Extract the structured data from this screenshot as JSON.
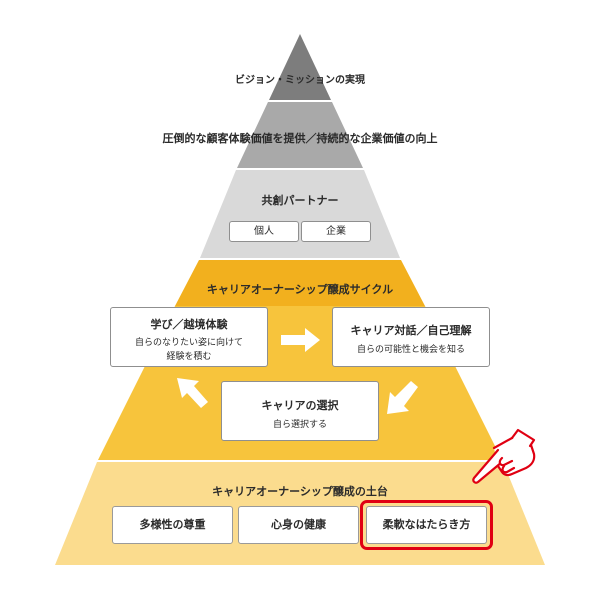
{
  "colors": {
    "tier1": "#7d7d7d",
    "tier2": "#a9a9a9",
    "tier3": "#d9d9d9",
    "tier4": "#f2b01e",
    "tier5": "#f7c43c",
    "tier6": "#fbdc8e",
    "highlight": "#e00012"
  },
  "tiers": [
    {
      "label": "ビジョン・ミッションの実現"
    },
    {
      "label": "圧倒的な顧客体験価値を提供／持続的な企業価値の向上"
    },
    {
      "label": "共創パートナー",
      "items": [
        "個人",
        "企業"
      ]
    },
    {
      "label": "キャリアオーナーシップ醸成サイクル"
    }
  ],
  "cycle": {
    "learn": {
      "title": "学び／越境体験",
      "sub1": "自らのなりたい姿に向けて",
      "sub2": "経験を積む"
    },
    "dialog": {
      "title": "キャリア対話／自己理解",
      "sub": "自らの可能性と機会を知る"
    },
    "choice": {
      "title": "キャリアの選択",
      "sub": "自ら選択する"
    }
  },
  "foundation": {
    "label": "キャリアオーナーシップ醸成の土台",
    "items": [
      "多様性の尊重",
      "心身の健康",
      "柔軟なはたらき方"
    ],
    "highlighted_item": "柔軟なはたらき方"
  },
  "icons": [
    "arrow-right-icon",
    "arrow-down-left-icon",
    "arrow-up-left-icon",
    "pointing-hand-icon"
  ]
}
